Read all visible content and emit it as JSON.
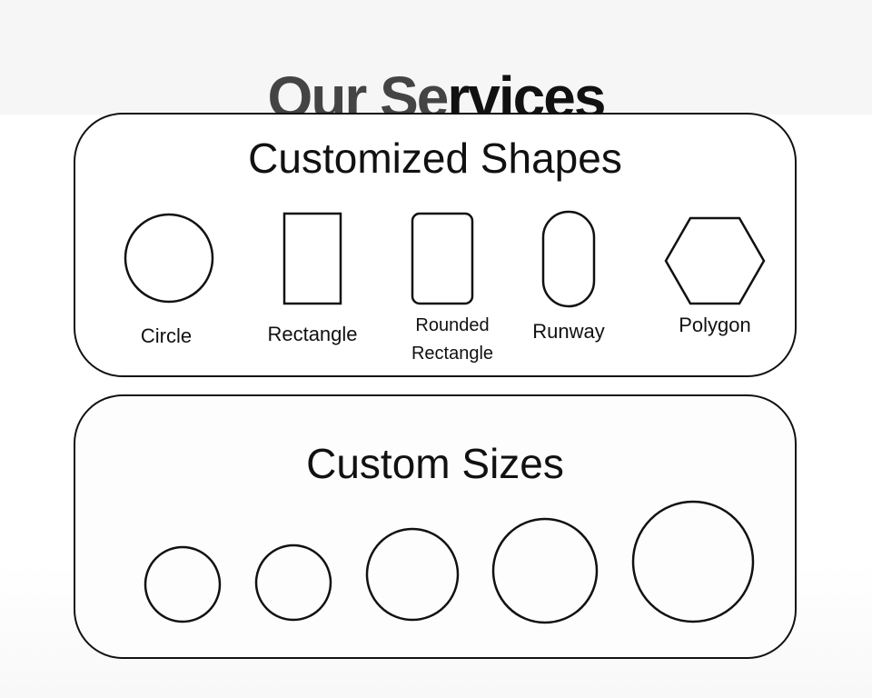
{
  "title": {
    "part1": "Our Se",
    "part2": "rvices"
  },
  "shapes_panel": {
    "heading": "Customized Shapes",
    "items": [
      {
        "icon": "circle-shape",
        "label": "Circle"
      },
      {
        "icon": "rectangle-shape",
        "label": "Rectangle"
      },
      {
        "icon": "rounded-rectangle-shape",
        "label_line1": "Rounded",
        "label_line2": "Rectangle"
      },
      {
        "icon": "runway-shape",
        "label": "Runway"
      },
      {
        "icon": "hexagon-polygon-shape",
        "label": "Polygon"
      }
    ]
  },
  "sizes_panel": {
    "heading": "Custom Sizes",
    "circles": [
      {
        "icon": "circle-size-1"
      },
      {
        "icon": "circle-size-2"
      },
      {
        "icon": "circle-size-3"
      },
      {
        "icon": "circle-size-4"
      },
      {
        "icon": "circle-size-5"
      }
    ]
  },
  "colors": {
    "stroke": "#111111",
    "title_light": "#444444",
    "background": "#ffffff",
    "band": "#f6f6f6"
  }
}
